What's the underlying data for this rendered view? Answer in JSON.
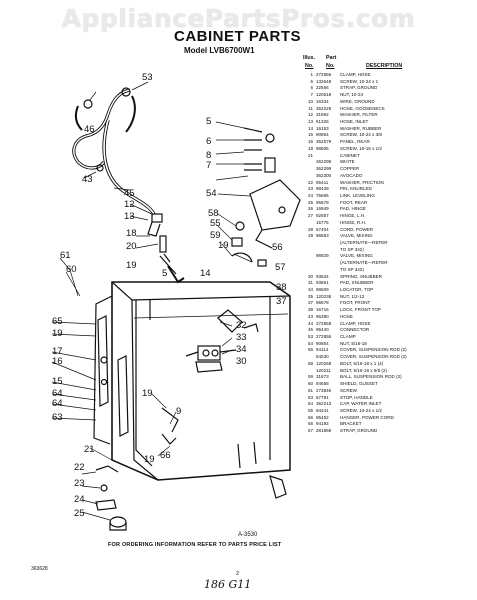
{
  "watermark": "AppliancePartsPros.com",
  "title": "CABINET PARTS",
  "model": "Model LVB6700W1",
  "table": {
    "header_illus": "Illus.",
    "header_part": "Part",
    "header_no": "No.",
    "header_no2": "No.",
    "header_desc": "DESCRIPTION",
    "rows": [
      [
        "1",
        "272856",
        "CLAMP, HOSE"
      ],
      [
        "5",
        "132648",
        "SCREW, 10-24 x 1"
      ],
      [
        "6",
        "22566",
        "STRAP, GROUND"
      ],
      [
        "7",
        "120618",
        "NUT, 10-24"
      ],
      [
        "10",
        "16334",
        "WIRE, GROUND"
      ],
      [
        "11",
        "352229",
        "HOSE, GOOSENECK"
      ],
      [
        "12",
        "31992",
        "WASHER, FILTER"
      ],
      [
        "13",
        "61326",
        "HOSE, INLET"
      ],
      [
        "14",
        "16153",
        "WASHER, RUBBER"
      ],
      [
        "15",
        "90864",
        "SCREW, 10-24 x 3/8"
      ],
      [
        "16",
        "352579",
        "PANEL, REAR"
      ],
      [
        "18",
        "98605",
        "SCREW, 10-16 x 1/2"
      ],
      [
        "21",
        "",
        "CABINET"
      ],
      [
        "",
        "362298",
        "WHITE"
      ],
      [
        "",
        "362299",
        "COPPER"
      ],
      [
        "",
        "362300",
        "AVOCADO"
      ],
      [
        "22",
        "95411",
        "WASHER, FRICTION"
      ],
      [
        "23",
        "98439",
        "PIN, KNURLED"
      ],
      [
        "24",
        "75695",
        "LINK, LEVELING"
      ],
      [
        "25",
        "95679",
        "FOOT, REAR"
      ],
      [
        "26",
        "16949",
        "PAD, HINGE"
      ],
      [
        "27",
        "92657",
        "HINGE, L.H."
      ],
      [
        "",
        "15775",
        "HINGE, R.H."
      ],
      [
        "28",
        "57404",
        "CORD, POWER"
      ],
      [
        "29",
        "96853",
        "VALVE, MIXING"
      ],
      [
        "",
        "",
        "(ALTERNATE—REFER"
      ],
      [
        "",
        "",
        "TO SP 342)"
      ],
      [
        "",
        "96829",
        "VALVE, MIXING"
      ],
      [
        "",
        "",
        "(ALTERNATE—REFER"
      ],
      [
        "",
        "",
        "TO SP 342)"
      ],
      [
        "30",
        "93634",
        "SPRING, SNUBBER"
      ],
      [
        "31",
        "93861",
        "PAD, SNUBBER"
      ],
      [
        "34",
        "98609",
        "LOCATOR, TOP"
      ],
      [
        "35",
        "120238",
        "NUT, 1/2-13"
      ],
      [
        "37",
        "95678",
        "FOOT, FRONT"
      ],
      [
        "38",
        "16716",
        "LOCK, FRONT TOP"
      ],
      [
        "43",
        "96380",
        "HOSE"
      ],
      [
        "44",
        "272858",
        "CLAMP, HOSE"
      ],
      [
        "45",
        "95440",
        "CONNECTOR"
      ],
      [
        "53",
        "272856",
        "CLAMP"
      ],
      [
        "54",
        "90864",
        "NUT, 5/16-18"
      ],
      [
        "56",
        "94114",
        "COVER, SUSPENSION ROD (2)"
      ],
      [
        "",
        "54530",
        "COVER, SUSPENSION ROD (2)"
      ],
      [
        "58",
        "120268",
        "BOLT, 5/16-18 x 1 (4)"
      ],
      [
        "",
        "120211",
        "BOLT, 5/16-18 x 5/8 (2)"
      ],
      [
        "59",
        "31673",
        "BALL, SUSPENSION ROD (2)"
      ],
      [
        "60",
        "94658",
        "SHIELD, GUSSET"
      ],
      [
        "61",
        "273846",
        "SCREW"
      ],
      [
        "63",
        "57791",
        "STOP, HANDLE"
      ],
      [
        "64",
        "352213",
        "CAP, WATER INLET"
      ],
      [
        "65",
        "94441",
        "SCREW, 10-24 x 1/2"
      ],
      [
        "66",
        "95452",
        "HANGER, POWER CORD"
      ],
      [
        "66",
        "94192",
        "BRACKET"
      ],
      [
        "67",
        "281868",
        "STRAP, GROUND"
      ]
    ]
  },
  "callouts": [
    "53",
    "46",
    "43",
    "45",
    "12",
    "13",
    "18",
    "20",
    "19",
    "5",
    "6",
    "8",
    "7",
    "54",
    "55",
    "59",
    "58",
    "19",
    "56",
    "14",
    "57",
    "38",
    "37",
    "61",
    "60",
    "65",
    "19",
    "17",
    "16",
    "15",
    "64",
    "64",
    "63",
    "19",
    "5",
    "32",
    "33",
    "34",
    "30",
    "19",
    "9",
    "66",
    "21",
    "22",
    "23",
    "24",
    "25"
  ],
  "figure_code": "A-3530",
  "footer": "FOR ORDERING INFORMATION REFER TO PARTS PRICE LIST",
  "page_number": "2",
  "doc_code": "363628",
  "handwriting": "186 G11"
}
